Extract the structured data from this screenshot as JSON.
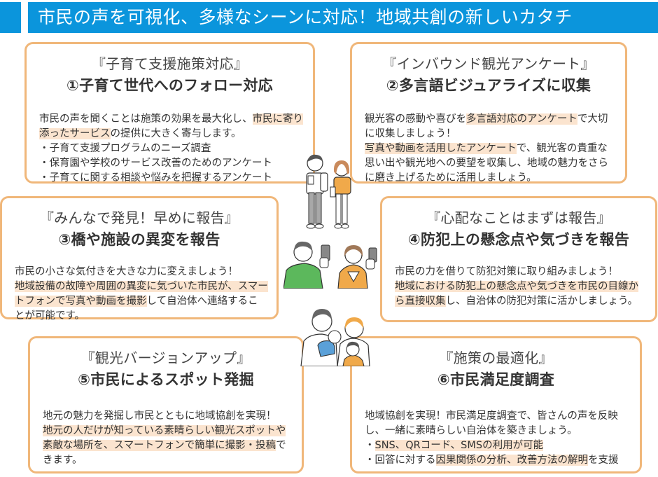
{
  "header": {
    "title": "市民の声を可視化、多様なシーンに対応！地域共創の新しいカタチ",
    "accent_color": "#0b95dc"
  },
  "theme": {
    "card_border_color": "#f0b77a",
    "highlight_color": "#fbe4cf",
    "text_color": "#333333"
  },
  "cards": [
    {
      "subtitle": "『子育て支援施策対応』",
      "title": "①子育て世代へのフォロー対応",
      "body": {
        "p1_a": "市民の声を聞くことは施策の効果を最大化し、",
        "p1_hl": "市民に寄り添ったサービス",
        "p1_b": "の提供に大きく寄与します。",
        "bullets": [
          "・子育て支援プログラムのニーズ調査",
          "・保育園や学校のサービス改善のためのアンケート",
          "・子育てに関する相談や悩みを把握するアンケート"
        ]
      }
    },
    {
      "subtitle": "『インバウンド観光アンケート』",
      "title": "②多言語ビジュアライズに収集",
      "body": {
        "p1_a": "観光客の感動や喜びを",
        "p1_hl": "多言語対応のアンケート",
        "p1_b": "で大切に収集しましょう！",
        "p2_hl": "写真や動画を活用したアンケート",
        "p2_b": "で、観光客の貴重な思い出や観光地への要望を収集し、地域の魅力をさらに磨き上げるために活用しましょう。"
      }
    },
    {
      "subtitle": "『みんなで発見！早めに報告』",
      "title": "③橋や施設の異変を報告",
      "body": {
        "p1_a": "市民の小さな気付きを大きな力に変えましょう！",
        "p2_hl": "地域設備の故障や周囲の異変に気づいた市民が、スマートフォンで写真や動画を撮影",
        "p2_b": "して自治体へ連絡することが可能です。"
      }
    },
    {
      "subtitle": "『心配なことはまずは報告』",
      "title": "④防犯上の懸念点や気づきを報告",
      "body": {
        "p1_a": "市民の力を借りて防犯対策に取り組みましょう！",
        "p2_hl": "地域における防犯上の懸念点や気づきを市民の目線から直接収集",
        "p2_b": "し、自治体の防犯対策に活かしましょう。"
      }
    },
    {
      "subtitle": "『観光バージョンアップ』",
      "title": "⑤市民によるスポット発掘",
      "body": {
        "p1_a": "地元の魅力を発掘し市民とともに地域協創を実現！",
        "p2_hl": "地元の人だけが知っている素晴らしい観光スポットや素敵な場所を、スマートフォンで簡単に撮影・投稿",
        "p2_b": "できます。"
      }
    },
    {
      "subtitle": "『施策の最適化』",
      "title": "⑥市民満足度調査",
      "body": {
        "p1_a": "地域協創を実現！市民満足度調査で、皆さんの声を反映し、一緒に素晴らしい自治体を築きましょう。",
        "b1_pre": "・",
        "b1_hl": "SNS、QRコード、SMSの利用が可能",
        "b2_pre": "・回答に対する",
        "b2_hl": "因果関係の分析、改善方法の解明",
        "b2_post": "を支援"
      }
    }
  ],
  "illustrations": [
    {
      "name": "students-illustration",
      "description": "two students with backpack and bag"
    },
    {
      "name": "phone-users-illustration",
      "description": "man in green shirt and woman in orange cardigan holding smartphones"
    },
    {
      "name": "family-illustration",
      "description": "parents with baby and child"
    }
  ]
}
